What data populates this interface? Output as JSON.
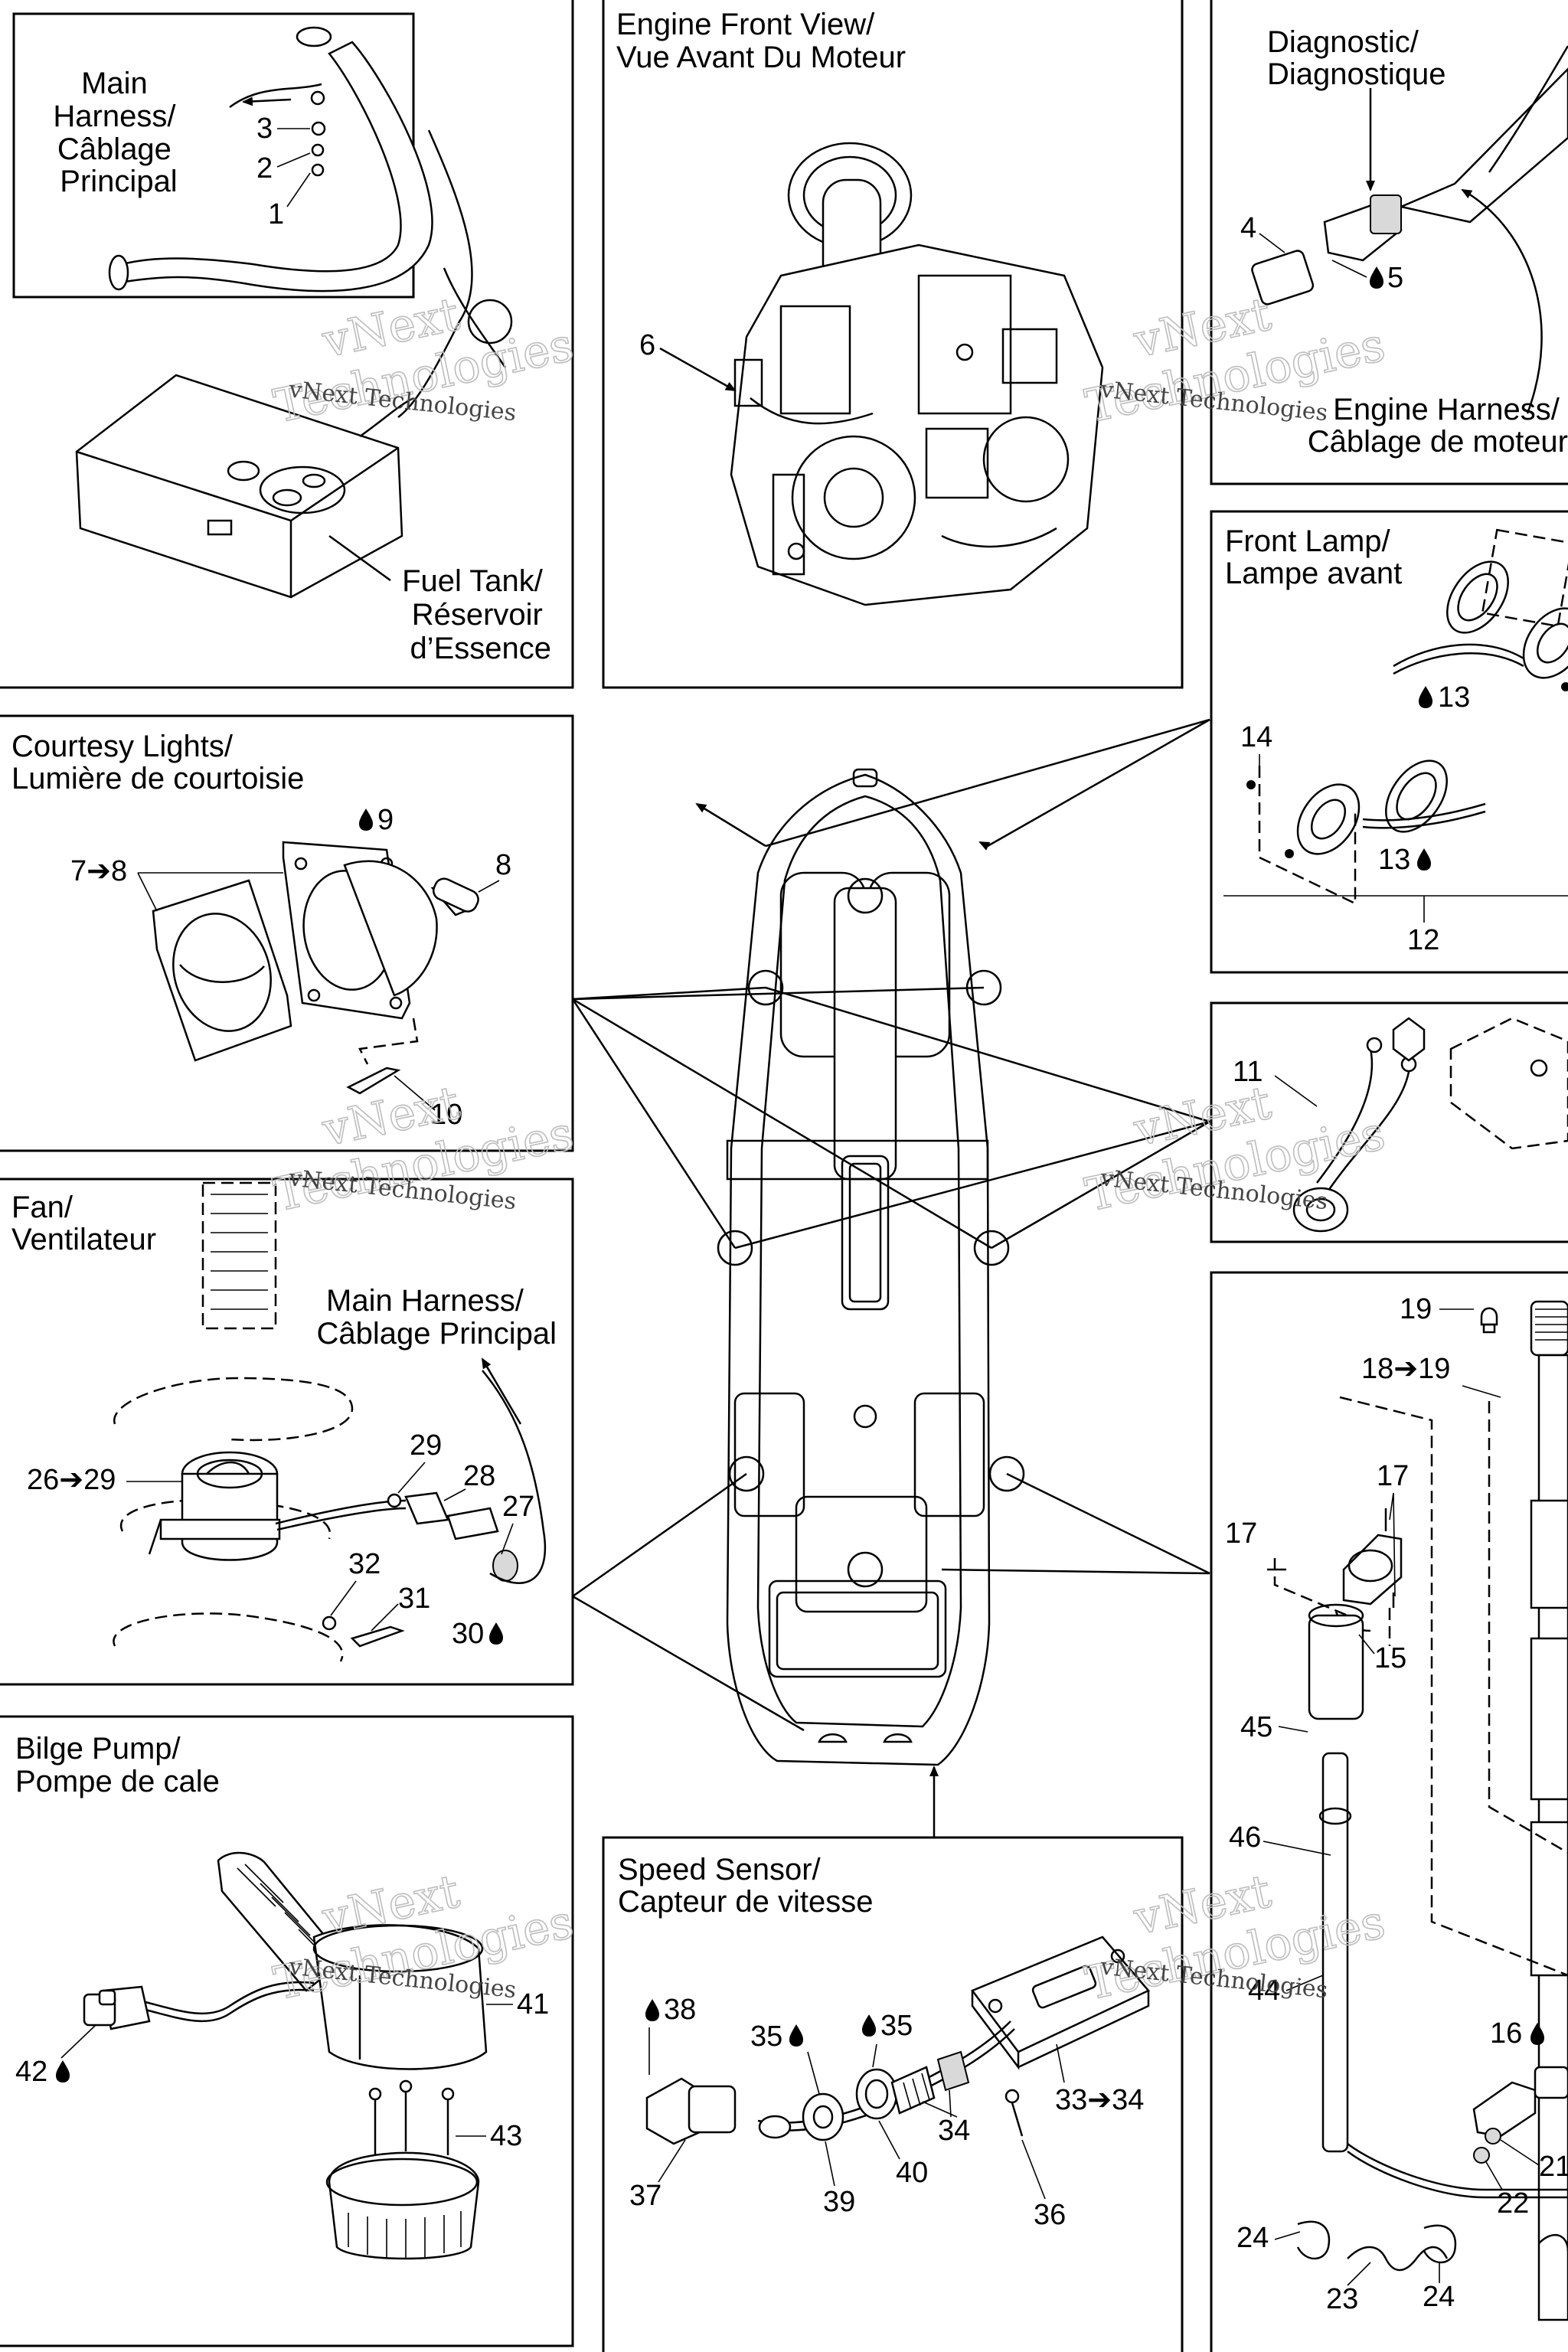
{
  "panels": {
    "fuel_tank": {
      "main_harness": [
        "Main",
        "Harness/",
        "Câblage",
        "Principal"
      ],
      "fuel_tank": [
        "Fuel Tank/",
        "Réservoir",
        "d’Essence"
      ],
      "parts": [
        "3",
        "2",
        "1"
      ]
    },
    "engine_front": {
      "title": [
        "Engine Front View/",
        "Vue Avant Du Moteur"
      ],
      "parts": [
        "6"
      ]
    },
    "diagnostic": {
      "title": [
        "Diagnostic/",
        "Diagnostique"
      ],
      "engine_harness": [
        "Engine Harness/",
        "Câblage de moteur"
      ],
      "parts": [
        "4",
        "5"
      ]
    },
    "front_lamp": {
      "title": [
        "Front Lamp/",
        "Lampe avant"
      ],
      "parts": [
        "13",
        "14",
        "13",
        "12"
      ]
    },
    "courtesy": {
      "title": [
        "Courtesy Lights/",
        "Lumière de courtoisie"
      ],
      "parts": [
        "9",
        "7➔8",
        "8",
        "10"
      ]
    },
    "unit11": {
      "parts": [
        "11"
      ]
    },
    "fan": {
      "title": [
        "Fan/",
        "Ventilateur"
      ],
      "main_harness": [
        "Main Harness/",
        "Câblage Principal"
      ],
      "parts": [
        "29",
        "28",
        "27",
        "26➔29",
        "32",
        "31",
        "30"
      ]
    },
    "gauge": {
      "parts": [
        "19",
        "18➔19",
        "17",
        "17",
        "15",
        "45",
        "46",
        "44",
        "16",
        "21",
        "22",
        "24",
        "23",
        "24"
      ]
    },
    "bilge": {
      "title": [
        "Bilge Pump/",
        "Pompe de cale"
      ],
      "parts": [
        "41",
        "42",
        "43"
      ]
    },
    "speed": {
      "title": [
        "Speed Sensor/",
        "Capteur de vitesse"
      ],
      "parts": [
        "38",
        "35",
        "35",
        "33➔34",
        "34",
        "37",
        "39",
        "40",
        "36"
      ]
    }
  },
  "watermark": [
    "vNext",
    "Technologies",
    "vNext Technologies"
  ]
}
